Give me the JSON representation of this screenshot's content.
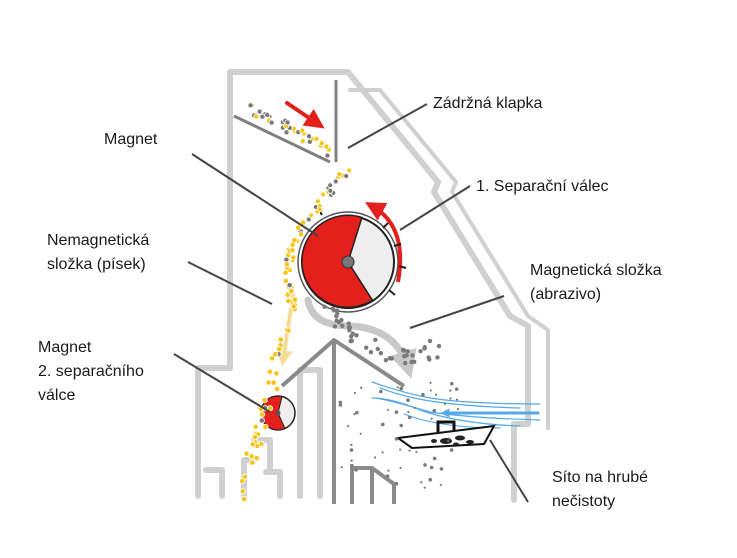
{
  "labels": {
    "retaining_flap": "Zádržná klapka",
    "magnet": "Magnet",
    "first_separation_roller": "1. Separační válec",
    "nonmagnetic_component": [
      "Nemagnetická",
      "složka (písek)"
    ],
    "magnetic_component": [
      "Magnetická složka",
      "(abrazivo)"
    ],
    "second_roller_magnet": [
      "Magnet",
      "2. separačního",
      "válce"
    ],
    "coarse_impurity_screen": [
      "Síto na hrubé",
      "nečistoty"
    ]
  },
  "colors": {
    "frame": "#d0d0d0",
    "leader": "#444444",
    "magnet_red": "#e3201b",
    "roller_gray": "#eeeeee",
    "sand_yellow": "#f6c51a",
    "abrasive_gray": "#7a7a7a",
    "airflow_blue": "#55a9e6",
    "arrow_red": "#e3201b",
    "flow_gray": "#c8c8c8",
    "flow_yellow": "#f3dc93"
  },
  "icons": [
    "rotation-arrow-icon",
    "feed-direction-arrow-icon",
    "airflow-arrow-icon",
    "screen-basket-icon"
  ]
}
